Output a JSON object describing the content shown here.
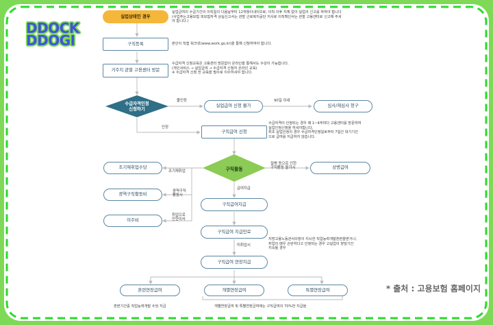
{
  "brand": {
    "line1": "DDOCK",
    "line2": "DDOGI"
  },
  "source": "* 출처 : 고용보험 홈페이지",
  "nodes": {
    "start": "실업상태인 경우",
    "register": "구직등록",
    "visit": "거주지 관할 고용센터 방문",
    "not_eligible": "실업급여 신청 불가",
    "review": "심사/재심사 청구",
    "apply": "구직급여 신청",
    "early_reemploy": "조기재취업수당",
    "wide_area": "광역구직활동비",
    "moving": "이주비",
    "sickness": "상병급여",
    "pay": "구직급여지급",
    "pay_end": "구직급여 지급만료",
    "extend": "구직급여 연장지급",
    "training_ext": "훈련연장급여",
    "individual_ext": "개별연장급여",
    "special_ext": "특별연장급여"
  },
  "diamonds": {
    "eligibility": {
      "line1": "수급자격인정",
      "line2": "신청하기"
    },
    "job_search": "구직활동"
  },
  "notes": {
    "start": [
      "실업급여의 수급기간의 이직일의 다음날부터 12개월이내이므로, 이직 이후 지체 없이 실업의 신고를 하여야 합니다",
      "(사업주는고용보험 피보험자격 상실신고서는 관할 근로복지공단 지사로 이직확인서는 관할 고용센터로 신고해 주셔",
      "야 합니다.)"
    ],
    "register": [
      "본인이 직접 워크넷(www.work.go.kr)을 통해 신청하여야 합니다."
    ],
    "visit": [
      "수급자격 신청교육은 고용센터 방문없이 온라인을 통해서도 수강이 가능합니다.",
      "(개인서비스 → 실업급여 → 수급자격 신청자 온라인 교육)",
      "※ 수급자격 신청 전 교육을 필수로 이수하셔야 합니다."
    ],
    "apply": [
      "수급자격이 인정되는 경우 매 1~4주마다 고용센터를 방문하여",
      "실업인정신청을 하셔야합니다.",
      "최초 실업인정의 경우 수급자격인정일로부터 7일간 대기기간",
      "으로 급여를 지급하지 않습니다."
    ],
    "pay_end": [
      "지방고용노동관서의장이 지시한 직업능력개발훈련을받거나,",
      "취업이 매우 곤란하다고 인정되는 경우 고실업이 장담기간",
      "지속될 경우"
    ],
    "training_ext": "훈련기간중 직업능력개발 수당 지급",
    "individual_special": "개별연장급여 및 특별연장급여에는 구직급여의 70%만 지급됨"
  },
  "labels": {
    "rejected": "불인정",
    "within_90": "90일 이내",
    "approved": "인정",
    "sickness_1": "질병 등으로 인한",
    "sickness_2": "구직활동 불가시",
    "reemploy": "조기재취업",
    "wide_1": "광역구직",
    "wide_2": "활동시",
    "move_1": "취업으로",
    "move_2": "인한이사",
    "pay_cond": "급여지급",
    "end_cond": "미취업시"
  },
  "colors": {
    "frame": "#7ED957",
    "dash": "#2BD92B",
    "start": "#F4B73A",
    "decision_blue": "#2F6F87",
    "decision_green": "#8CCB55",
    "node_border": "#5a86a3",
    "arrow": "#b9b9b9"
  }
}
